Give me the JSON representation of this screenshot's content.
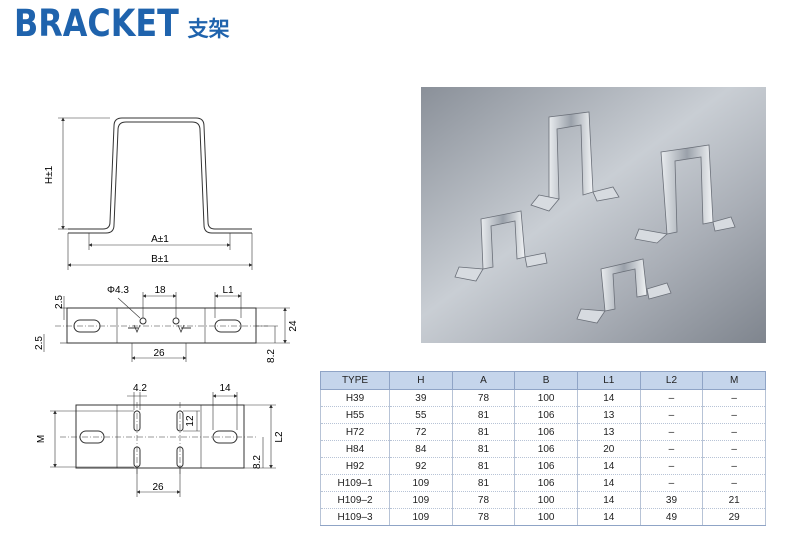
{
  "title": {
    "english": "BRACKET",
    "chinese": "支架"
  },
  "drawing_front": {
    "h_label": "H±1",
    "a_label": "A±1",
    "b_label": "B±1"
  },
  "drawing_plan": {
    "hole_label": "Φ4.3",
    "dim_18": "18",
    "dim_l1": "L1",
    "dim_2_5_top": "2.5",
    "dim_2_5_side": "2.5",
    "dim_24": "24",
    "dim_26": "26",
    "dim_8_2": "8.2"
  },
  "drawing_slot": {
    "dim_4_2": "4.2",
    "dim_14": "14",
    "dim_12": "12",
    "dim_m": "M",
    "dim_l2": "L2",
    "dim_8_2": "8.2",
    "dim_26": "26"
  },
  "table": {
    "headers": [
      "TYPE",
      "H",
      "A",
      "B",
      "L1",
      "L2",
      "M"
    ],
    "rows": [
      [
        "H39",
        "39",
        "78",
        "100",
        "14",
        "–",
        "–"
      ],
      [
        "H55",
        "55",
        "81",
        "106",
        "13",
        "–",
        "–"
      ],
      [
        "H72",
        "72",
        "81",
        "106",
        "13",
        "–",
        "–"
      ],
      [
        "H84",
        "84",
        "81",
        "106",
        "20",
        "–",
        "–"
      ],
      [
        "H92",
        "92",
        "81",
        "106",
        "14",
        "–",
        "–"
      ],
      [
        "H109–1",
        "109",
        "81",
        "106",
        "14",
        "–",
        "–"
      ],
      [
        "H109–2",
        "109",
        "78",
        "100",
        "14",
        "39",
        "21"
      ],
      [
        "H109–3",
        "109",
        "78",
        "100",
        "14",
        "49",
        "29"
      ]
    ]
  },
  "colors": {
    "brand_blue": "#1f63ad",
    "table_header": "#c5d5eb"
  }
}
